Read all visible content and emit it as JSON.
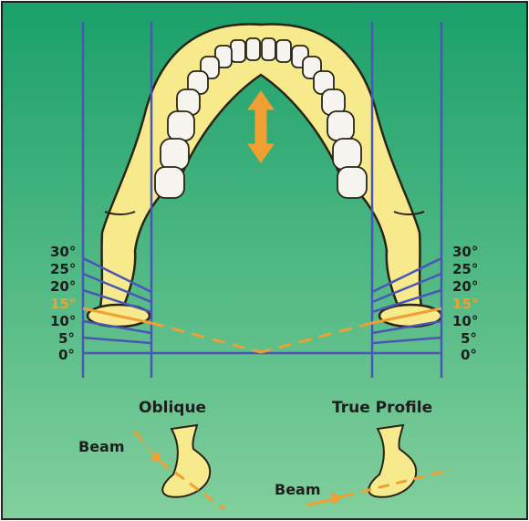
{
  "colors": {
    "background_top": "#1aa06a",
    "background_bottom": "#82cf9c",
    "bone": "#f6ea8c",
    "outline": "#2a2418",
    "teeth": "#f6f4ee",
    "guide_lines": "#4a55b8",
    "highlight": "#f0a030",
    "border": "#222222"
  },
  "angles_left": {
    "a30": "30°",
    "a25": "25°",
    "a20": "20°",
    "a15": "15°",
    "a10": "10°",
    "a5": "5°",
    "a0": "0°"
  },
  "angles_right": {
    "a30": "30°",
    "a25": "25°",
    "a20": "20°",
    "a15": "15°",
    "a10": "10°",
    "a5": "5°",
    "a0": "0°"
  },
  "views": {
    "oblique_title": "Oblique",
    "true_profile_title": "True Profile"
  },
  "beam": {
    "left_label": "Beam",
    "right_label": "Beam"
  },
  "icons": {
    "arrow": "double-vertical-arrow-icon"
  }
}
